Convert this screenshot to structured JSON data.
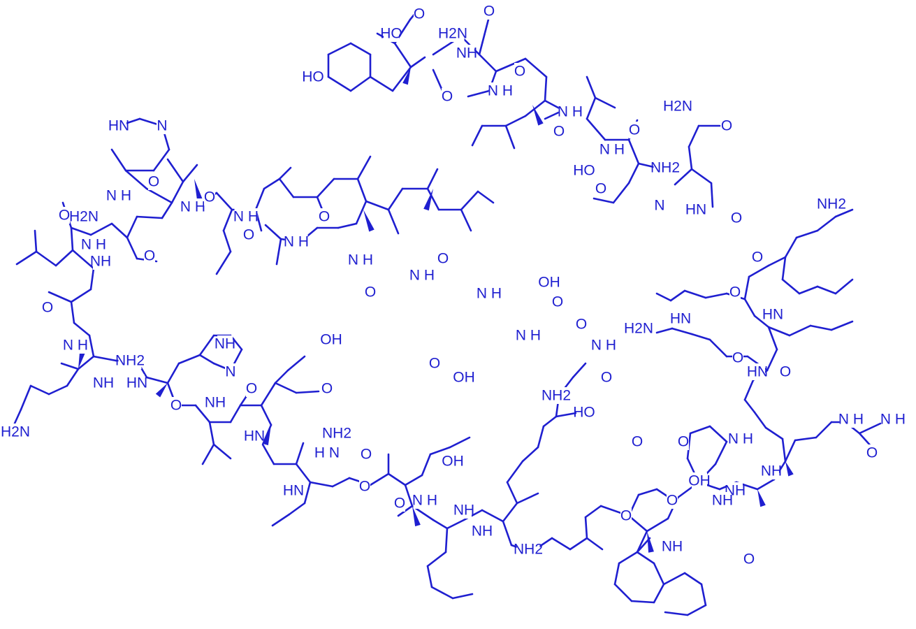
{
  "structure": {
    "ink_color": "#1f1fd0",
    "background_color": "#ffffff",
    "atom_labels": [
      "HO",
      "O",
      "H2N",
      "O",
      "NH",
      "HO",
      "O",
      "N H",
      "O",
      "HN",
      "N",
      "N H",
      "O",
      "N H",
      "O",
      "N H",
      "O",
      "H2N",
      "O",
      "HO",
      "O",
      "N H",
      "O",
      "NH2",
      "N H",
      "O",
      "NH2",
      "H2N",
      "O",
      "HN",
      "N",
      "O",
      "NH",
      "N H",
      "N H",
      "O",
      "O",
      "N H",
      "O",
      "O",
      "O",
      "N H",
      "HN",
      "O",
      "N H",
      "OH",
      "O",
      "O",
      "N H",
      "O",
      "N H",
      "N H",
      "NH2",
      "OH",
      "H2N",
      "HN",
      "O",
      "O",
      "NH",
      "N",
      "NH",
      "O",
      "OH",
      "H2N",
      "HN",
      "O",
      "NH",
      "O",
      "HN",
      "O",
      "NH2",
      "H N",
      "O",
      "O",
      "N H",
      "NH",
      "NH2",
      "HO",
      "HN",
      "O",
      "NH",
      "NH2",
      "O",
      "O",
      "OH",
      "O",
      "HN",
      "N H",
      "N H",
      "N H",
      "O",
      "NH",
      "NH",
      "O",
      "O",
      "O",
      "NH",
      "OH",
      "NH"
    ]
  }
}
